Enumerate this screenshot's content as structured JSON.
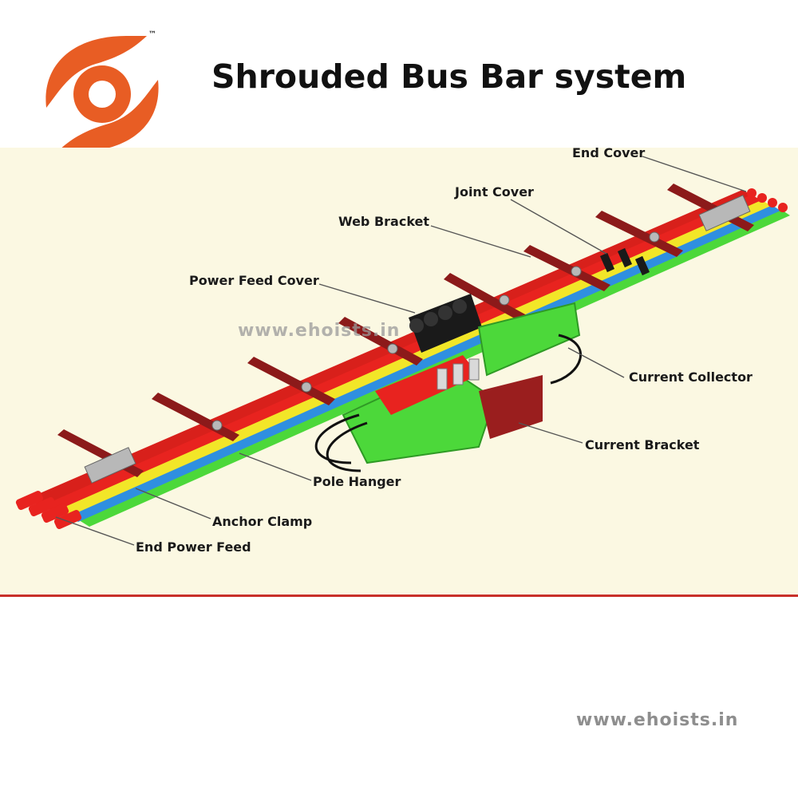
{
  "title": "Shrouded Bus Bar system",
  "trademark": "™",
  "watermark_mid": "www.ehoists.in",
  "watermark_bottom": "www.ehoists.in",
  "labels": {
    "end_cover": "End Cover",
    "joint_cover": "Joint Cover",
    "web_bracket": "Web Bracket",
    "power_feed_cover": "Power Feed Cover",
    "current_collector": "Current Collector",
    "current_bracket": "Current Bracket",
    "pole_hanger": "Pole Hanger",
    "anchor_clamp": "Anchor Clamp",
    "end_power_feed": "End Power Feed"
  },
  "colors": {
    "logo_orange": "#e85d24",
    "panel_background": "#fbf8e2",
    "bar_red": "#e8231f",
    "bar_yellow": "#f2e628",
    "bar_blue": "#2f8fe0",
    "bar_green": "#4cd83a",
    "bracket_maroon": "#8c1a1a",
    "panel_border": "#c8302a"
  }
}
